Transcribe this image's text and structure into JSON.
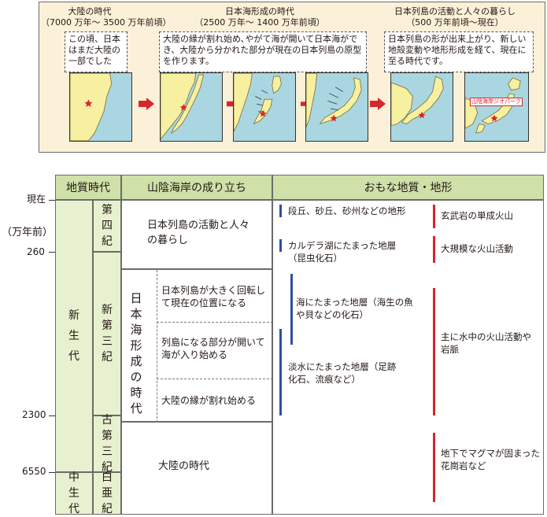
{
  "top": {
    "periods": [
      {
        "title": "大陸の時代",
        "range": "（7000 万年〜 3500 万年前頃）"
      },
      {
        "title": "日本海形成の時代",
        "range": "（2500 万年〜 1400 万年前頃）"
      },
      {
        "title": "日本列島の活動と人々の暮らし",
        "range": "（500 万年前頃〜現在）"
      }
    ],
    "descriptions": [
      "この頃、日本はまだ大陸の一部でした",
      "大陸の縁が割れ始め､やがて海が開いて日本海ができ、大陸から分かれた部分が現在の日本列島の原型を作ります。",
      "日本列島の形が出来上がり、新しい地殻変動や地形形成を経て、現在に至る時代です。"
    ],
    "map_label": "山陰海岸ジオパーク",
    "colors": {
      "land": "#f6f0a0",
      "sea": "#a9d6e1",
      "arrow": "#d7262e",
      "star": "#d7262e"
    }
  },
  "table": {
    "headers": {
      "era": "地質時代",
      "formation": "山陰海岸の成り立ち",
      "geology": "おもな地質・地形"
    },
    "ticks": {
      "now": "現在",
      "unit": "（万年前）",
      "t260": "260",
      "t2300": "2300",
      "t6550": "6550"
    },
    "eras": {
      "cenozoic": "新生代",
      "mesozoic": "中生代"
    },
    "periods": {
      "quaternary": "第四紀",
      "neogene": "新第三紀",
      "paleogene": "古第三紀",
      "cretaceous": "白亜紀"
    },
    "formation": {
      "quaternary": "日本列島の活動と人々の暮らし",
      "sea_era": "日本海形成の時代",
      "step1": "日本列島が大きく回転して現在の位置になる",
      "step2": "列島になる部分が開いて海が入り始める",
      "step3": "大陸の縁が割れ始める",
      "continent": "大陸の時代"
    },
    "geology_left": [
      "段丘、砂丘、砂州などの地形",
      "カルデラ湖にたまった地層（昆虫化石）",
      "海にたまった地層（海生の魚や貝などの化石）",
      "淡水にたまった地層（足跡化石、流痕など）"
    ],
    "geology_right": [
      "玄武岩の単成火山",
      "大規模な火山活動",
      "主に水中の火山活動や岩脈",
      "地下でマグマが固まった花崗岩など"
    ],
    "colors": {
      "header": "#cfe0a8",
      "era_fill": "#e7f1cf",
      "blue_bar": "#2f4ea0",
      "red_bar": "#d7262e"
    }
  }
}
